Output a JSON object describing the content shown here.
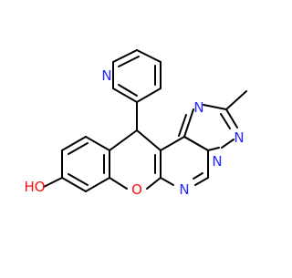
{
  "molecule": {
    "atoms": {
      "pyridine_n": "N",
      "triazole_n1": "N",
      "triazole_n2": "N",
      "triazole_n3": "N",
      "pyrimidine_n": "N",
      "ring_oxygen": "O",
      "hydroxyl": "HO"
    },
    "colors": {
      "nitrogen": "#2626ff",
      "oxygen": "#ff0d0d",
      "bond": "#000000",
      "background": "#ffffff"
    }
  }
}
